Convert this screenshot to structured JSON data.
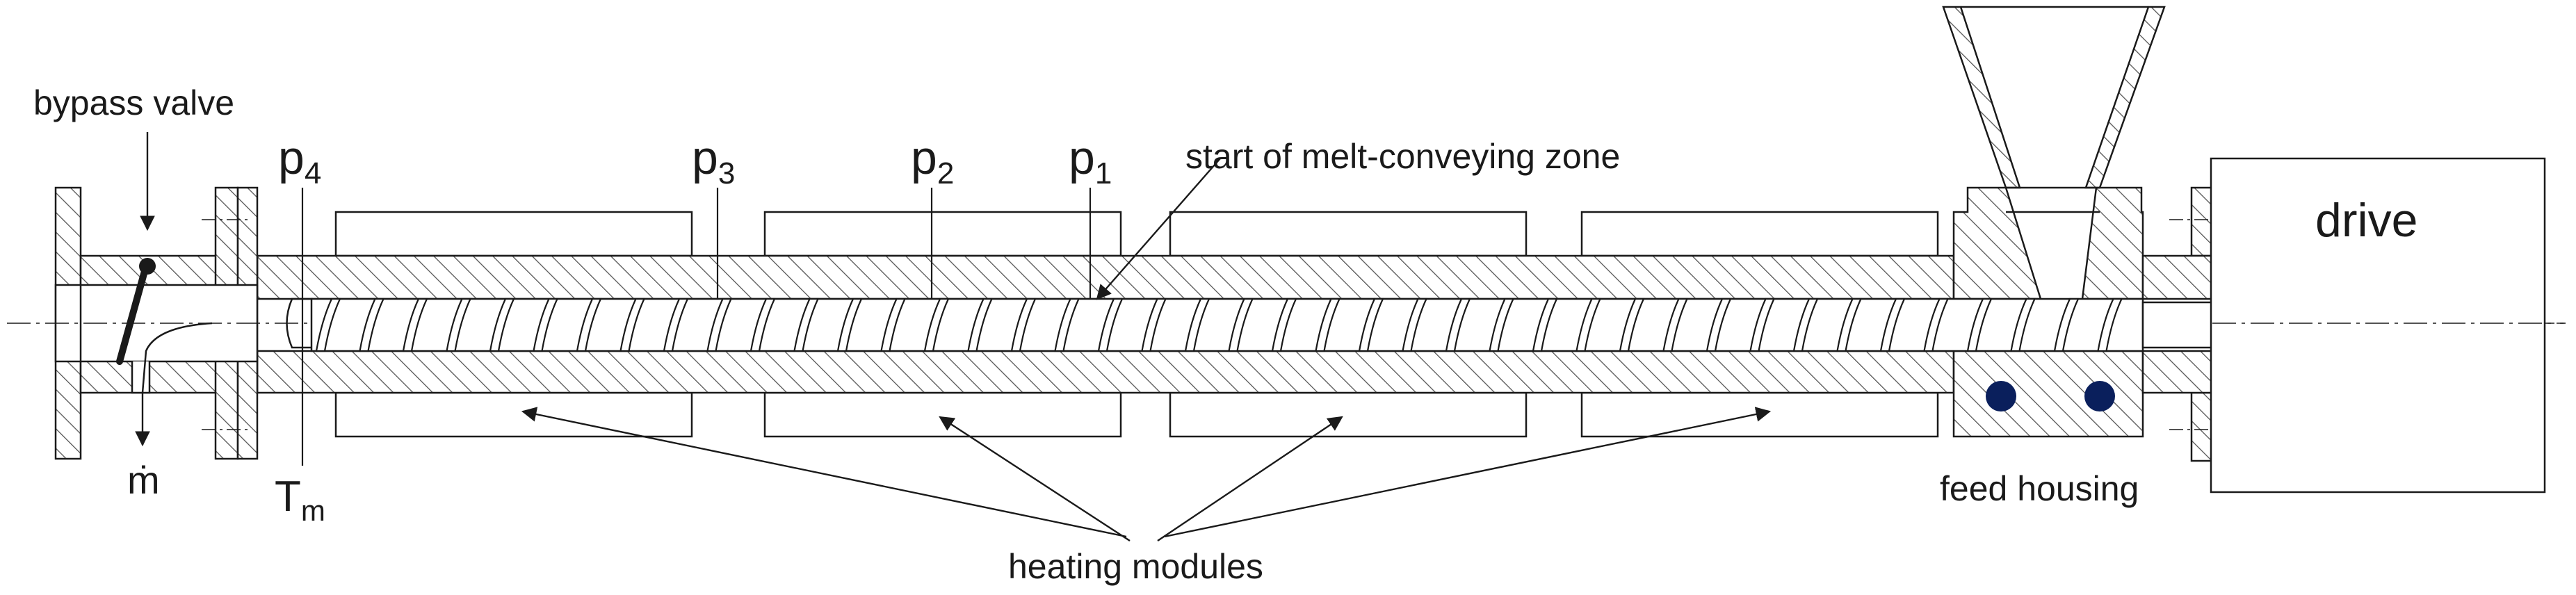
{
  "labels": {
    "bypass_valve": "bypass valve",
    "start_melt": "start of melt-conveying zone",
    "drive": "drive",
    "feed_housing": "feed housing",
    "heating_modules": "heating modules",
    "mass_flow": "ṁ",
    "temp_base": "T",
    "temp_sub": "m",
    "p4_base": "p",
    "p4_sub": "4",
    "p3_base": "p",
    "p3_sub": "3",
    "p2_base": "p",
    "p2_sub": "2",
    "p1_base": "p",
    "p1_sub": "1"
  },
  "colors": {
    "line": "#1a1a1a",
    "hatch": "#555555",
    "dot": "#0a1f5c",
    "background": "#ffffff"
  }
}
